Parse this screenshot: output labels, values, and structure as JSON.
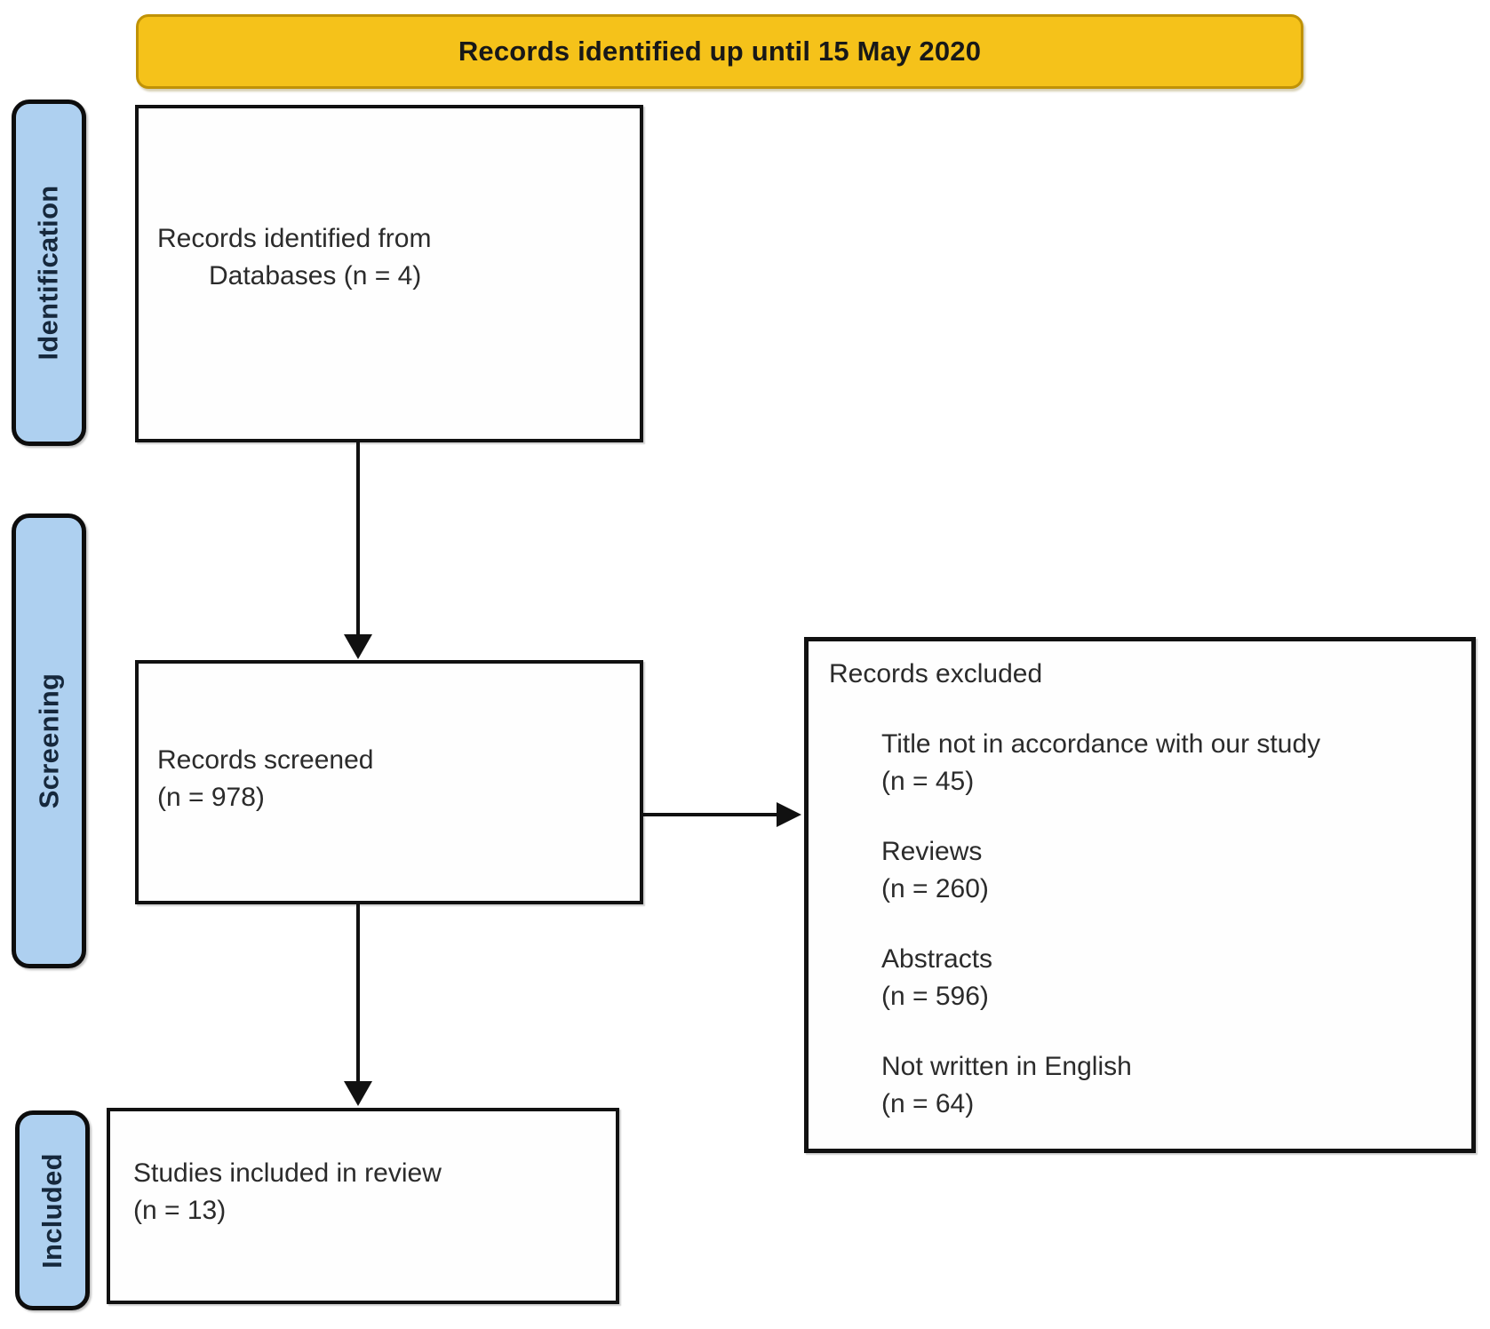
{
  "banner": {
    "label": "Records identified up until 15 May 2020"
  },
  "stages": [
    {
      "label": "Identification"
    },
    {
      "label": "Screening"
    },
    {
      "label": "Included"
    }
  ],
  "boxes": {
    "identified": {
      "line1": "Records identified from",
      "line2": "Databases (n = 4)"
    },
    "screened": {
      "line1": "Records screened",
      "line2": "(n = 978)"
    },
    "included": {
      "line1": "Studies included in review",
      "line2": "(n = 13)"
    },
    "excluded": {
      "title": "Records excluded",
      "reasons": [
        {
          "label": "Title not in accordance with our study",
          "count": "(n = 45)"
        },
        {
          "label": "Reviews",
          "count": "(n = 260)"
        },
        {
          "label": "Abstracts",
          "count": "(n = 596)"
        },
        {
          "label": "Not written in English",
          "count": "(n = 64)"
        }
      ]
    }
  },
  "colors": {
    "banner_fill": "#F5C21A",
    "banner_border": "#C09206",
    "stage_fill": "#AED0F0",
    "stage_text": "#16283C",
    "box_border": "#111111",
    "arrow": "#111111",
    "text": "#2b2b2b"
  }
}
